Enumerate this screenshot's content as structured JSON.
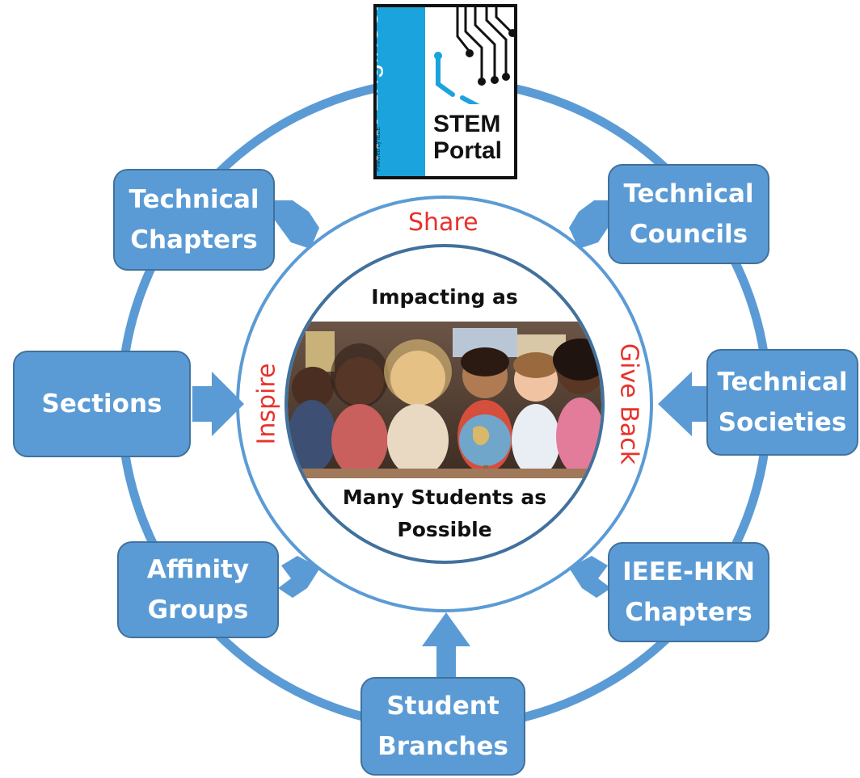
{
  "logo": {
    "powered_by": "Powered by IEEE",
    "try": "TRY",
    "engineering": "Engineering",
    "tm": "™",
    "stem": "STEM",
    "portal": "Portal"
  },
  "verbs": {
    "top": "Share",
    "left": "Inspire",
    "right": "Give Back"
  },
  "center": {
    "line1": "Impacting as",
    "line2": "Many Students as",
    "line3": "Possible"
  },
  "nodes": {
    "technical_chapters": [
      "Technical",
      "Chapters"
    ],
    "technical_councils": [
      "Technical",
      "Councils"
    ],
    "sections": [
      "Sections"
    ],
    "technical_societies": [
      "Technical",
      "Societies"
    ],
    "affinity_groups": [
      "Affinity",
      "Groups"
    ],
    "ieee_hkn_chapters": [
      "IEEE-HKN",
      "Chapters"
    ],
    "student_branches": [
      "Student",
      "Branches"
    ]
  },
  "colors": {
    "ring": "#5b9bd5",
    "node_fill": "#5b9bd5",
    "node_border": "#41719c",
    "verb_text": "#e8322b",
    "logo_blue": "#1aa3dc"
  }
}
